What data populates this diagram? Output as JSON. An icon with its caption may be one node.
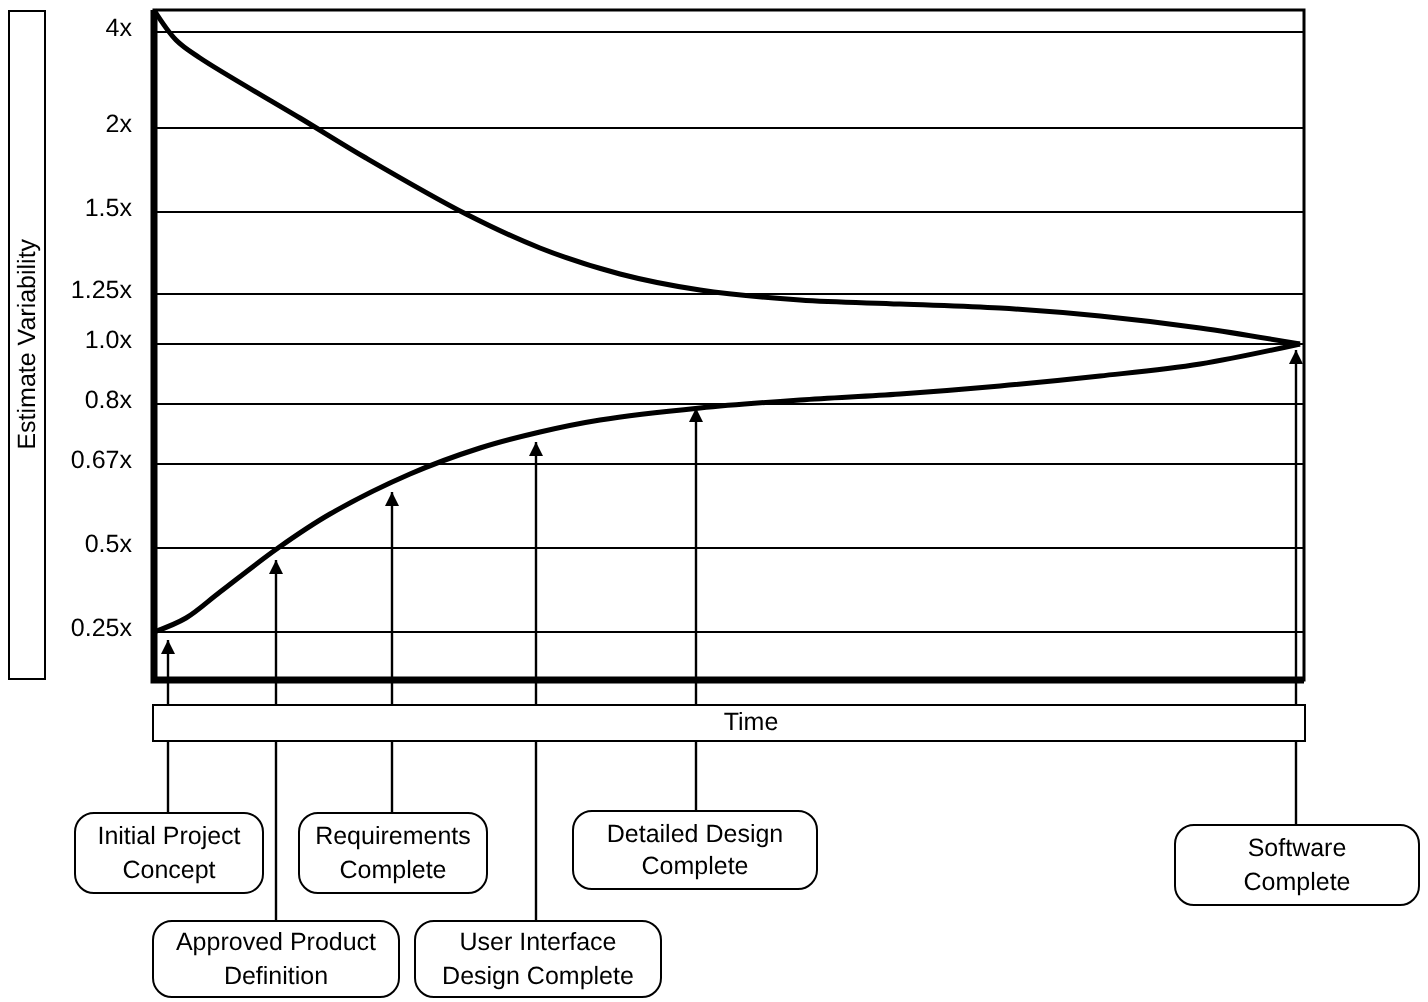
{
  "diagram": {
    "nodes": [
      {
        "text": [
          "Estimate Variability"
        ]
      },
      {
        "text": [
          "Time"
        ]
      },
      {
        "text": [
          "Initial Project Concept"
        ]
      },
      {
        "text": [
          "Approved Product Definition"
        ]
      },
      {
        "text": [
          "Requirements Complete"
        ]
      },
      {
        "text": [
          "User Interface Design Complete"
        ]
      },
      {
        "text": [
          "Detailed Design Complete"
        ]
      },
      {
        "text": [
          "Software Complete"
        ]
      }
    ],
    "edges": [
      {
        "from": 2,
        "to": null,
        "arrow": "to"
      },
      {
        "from": 3,
        "to": null,
        "arrow": "to"
      },
      {
        "from": 4,
        "to": null,
        "arrow": "to"
      },
      {
        "from": 5,
        "to": null,
        "arrow": "to"
      },
      {
        "from": 6,
        "to": null,
        "arrow": "to"
      },
      {
        "from": 7,
        "to": null,
        "arrow": "to"
      }
    ],
    "labels": [
      "4x",
      "2x",
      "1.5x",
      "1.25x",
      "1.0x",
      "0.8x",
      "0.67x",
      "0.5x",
      "0.25x"
    ]
  }
}
